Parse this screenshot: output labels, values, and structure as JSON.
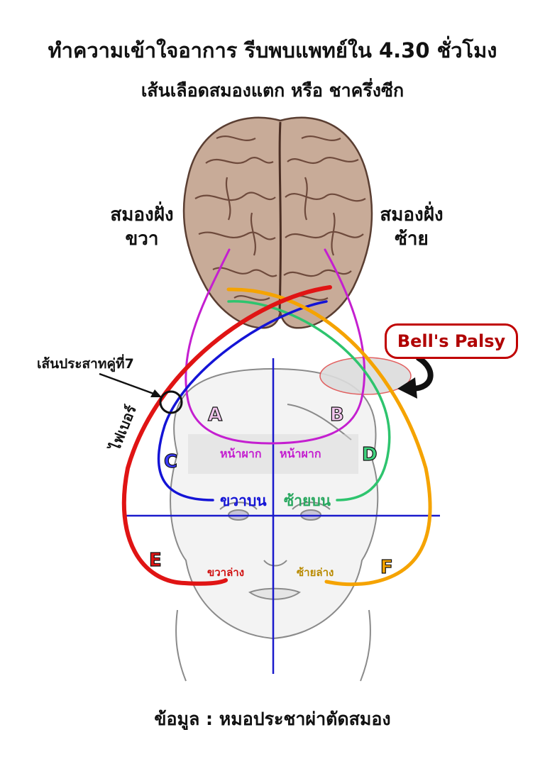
{
  "title": "ทำความเข้าใจอาการ รีบพบแพทย์ใน 4.30 ชั่วโมง",
  "subtitle": "เส้นเลือดสมองแตก หรือ ชาครึ่งซีก",
  "hemispheres": {
    "right_line1": "สมองฝั่ง",
    "right_line2": "ขวา",
    "left_line1": "สมองฝั่ง",
    "left_line2": "ซ้าย"
  },
  "nerve_label": "เส้นประสาทคู่ที่7",
  "fiber_label": "ไฟเบอร์",
  "bells_label": "Bell's Palsy",
  "letters": {
    "a": "A",
    "b": "B",
    "c": "C",
    "d": "D",
    "e": "E",
    "f": "F"
  },
  "regions": {
    "forehead_right": "หน้าผาก",
    "forehead_left": "หน้าผาก",
    "upper_right": "ขวาบน",
    "upper_left": "ซ้ายบน",
    "lower_right": "ขวาล่าง",
    "lower_left": "ซ้ายล่าง"
  },
  "footer": "ข้อมูล : หมอประชาผ่าตัดสมอง",
  "colors": {
    "magenta": "#c41fd0",
    "blue": "#1414d6",
    "green": "#2ec46e",
    "red": "#e01414",
    "orange": "#f5a300",
    "axis": "#1a1acc",
    "bells": "#c00000",
    "brain": "#b89a88"
  }
}
